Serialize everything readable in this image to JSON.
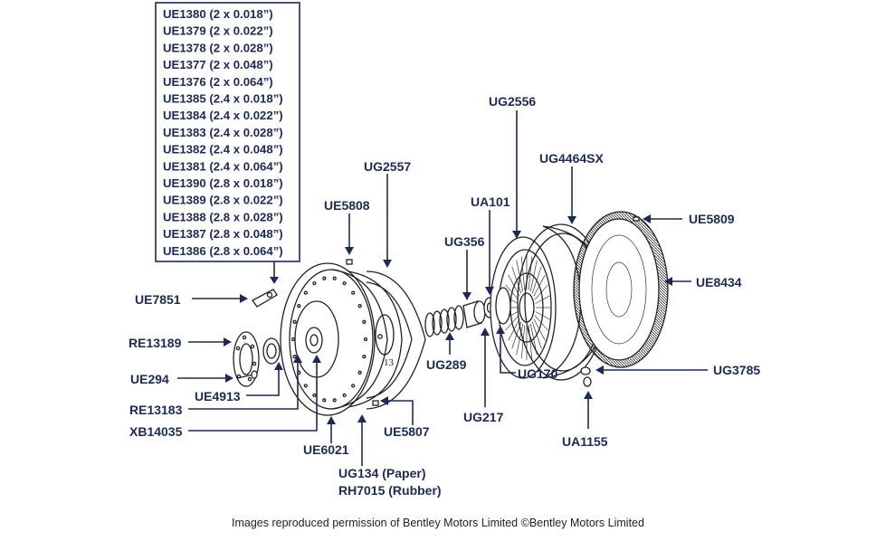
{
  "shim_list": [
    "UE1380 (2 x 0.018”)",
    "UE1379 (2 x 0.022”)",
    "UE1378 (2 x 0.028”)",
    "UE1377 (2 x 0.048”)",
    "UE1376 (2 x 0.064”)",
    "UE1385 (2.4 x 0.018”)",
    "UE1384 (2.4 x 0.022”)",
    "UE1383 (2.4 x 0.028”)",
    "UE1382 (2.4 x 0.048”)",
    "UE1381 (2.4 x 0.064”)",
    "UE1390 (2.8 x 0.018”)",
    "UE1389 (2.8 x 0.022”)",
    "UE1388 (2.8 x 0.028”)",
    "UE1387 (2.8 x 0.048”)",
    "UE1386 (2.8 x 0.064”)"
  ],
  "parts": {
    "ue7851": "UE7851",
    "re13189": "RE13189",
    "ue294": "UE294",
    "ue4913": "UE4913",
    "re13183": "RE13183",
    "xb14035": "XB14035",
    "ue6021": "UE6021",
    "ug134": "UG134 (Paper)",
    "rh7015": "RH7015 (Rubber)",
    "ue5807": "UE5807",
    "ue5808": "UE5808",
    "ug2557": "UG2557",
    "ug356": "UG356",
    "ug289": "UG289",
    "ua101": "UA101",
    "ug217": "UG217",
    "ug170": "UG170",
    "ug2556": "UG2556",
    "ug4464sx": "UG4464SX",
    "ue5809": "UE5809",
    "ue8434": "UE8434",
    "ug3785": "UG3785",
    "ua1155": "UA1155"
  },
  "drawing_text": {
    "casting_number": "13"
  },
  "credit": "Images reproduced permission of Bentley Motors Limited ©Bentley Motors Limited"
}
